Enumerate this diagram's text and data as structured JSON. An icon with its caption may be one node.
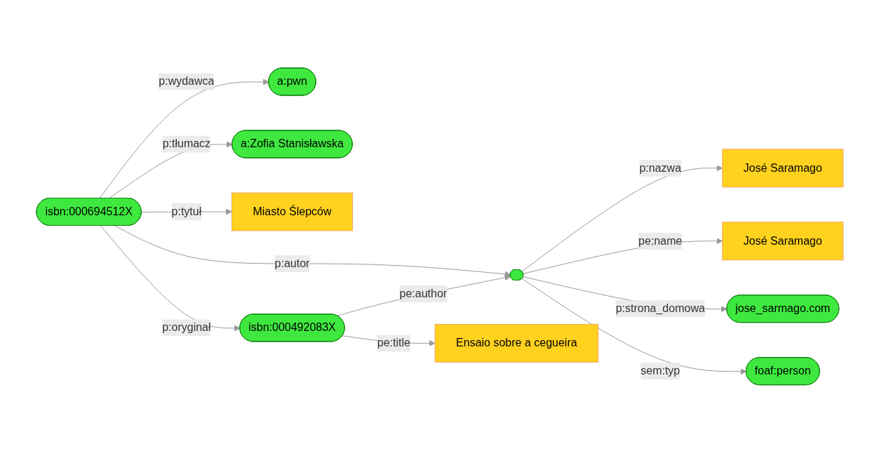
{
  "diagram": {
    "nodes": [
      {
        "text": [
          "isbn:000694512X"
        ]
      },
      {
        "text": [],
        "shape": "ellipse"
      },
      {
        "text": [
          "José Saramago"
        ]
      },
      {
        "text": [
          "José Saramago"
        ]
      },
      {
        "text": [
          "a:pwn"
        ]
      },
      {
        "text": [
          "a:Zofia Stanisławska"
        ]
      },
      {
        "text": [
          "Miasto Ślepców"
        ]
      },
      {
        "text": [
          "jose_sarmago.com"
        ]
      },
      {
        "text": [
          "foaf:person"
        ]
      },
      {
        "text": [
          "isbn:000492083X"
        ]
      },
      {
        "text": [
          "Ensaio sobre a cegueira"
        ]
      }
    ],
    "edges": [
      {
        "from": 0,
        "to": 1,
        "arrow": "to",
        "label": "p:autor"
      },
      {
        "from": 1,
        "to": 2,
        "arrow": "to",
        "label": "p:nazwa"
      },
      {
        "from": 1,
        "to": 3,
        "arrow": "to",
        "label": "pe:name"
      },
      {
        "from": 0,
        "to": 4,
        "arrow": "to",
        "label": "p:wydawca"
      },
      {
        "from": 0,
        "to": 5,
        "arrow": "to",
        "label": "p:tłumacz"
      },
      {
        "from": 0,
        "to": 6,
        "arrow": "to",
        "label": "p:tytuł"
      },
      {
        "from": 0,
        "to": 9,
        "arrow": "to",
        "label": "p:oryginał"
      },
      {
        "from": 1,
        "to": 7,
        "arrow": "to",
        "label": "p:strona_domowa"
      },
      {
        "from": 1,
        "to": 8,
        "arrow": "to",
        "label": "sem:typ"
      },
      {
        "from": 9,
        "to": 1,
        "arrow": "to",
        "label": "pe:author"
      },
      {
        "from": 9,
        "to": 10,
        "arrow": "to",
        "label": "pe:title"
      }
    ]
  }
}
